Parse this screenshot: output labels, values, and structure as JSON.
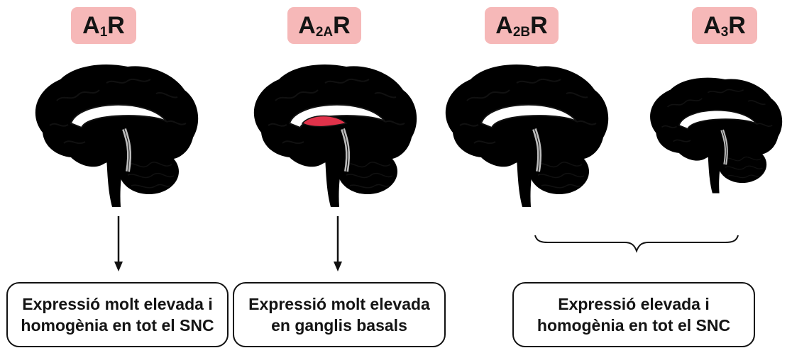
{
  "receptors": [
    {
      "base": "A",
      "sub": "1",
      "suffix": "R",
      "color": "#e06b78"
    },
    {
      "base": "A",
      "sub": "2A",
      "suffix": "R",
      "color": "#e06b78",
      "highlight": "#e0324a"
    },
    {
      "base": "A",
      "sub": "2B",
      "suffix": "R",
      "color": "#f0a0a8"
    },
    {
      "base": "A",
      "sub": "3",
      "suffix": "R",
      "color": "#f0a0a8"
    }
  ],
  "descriptions": [
    {
      "line1": "Expressió molt elevada i",
      "line2": "homogènia en tot el SNC"
    },
    {
      "line1": "Expressió molt elevada",
      "line2": "en ganglis basals"
    },
    {
      "line1": "Expressió elevada i",
      "line2": "homogènia en tot el SNC"
    }
  ],
  "colors": {
    "label_bg": "#f6b8b8",
    "outline": "#111111",
    "brainstem_grey": "#d8d8d8"
  }
}
